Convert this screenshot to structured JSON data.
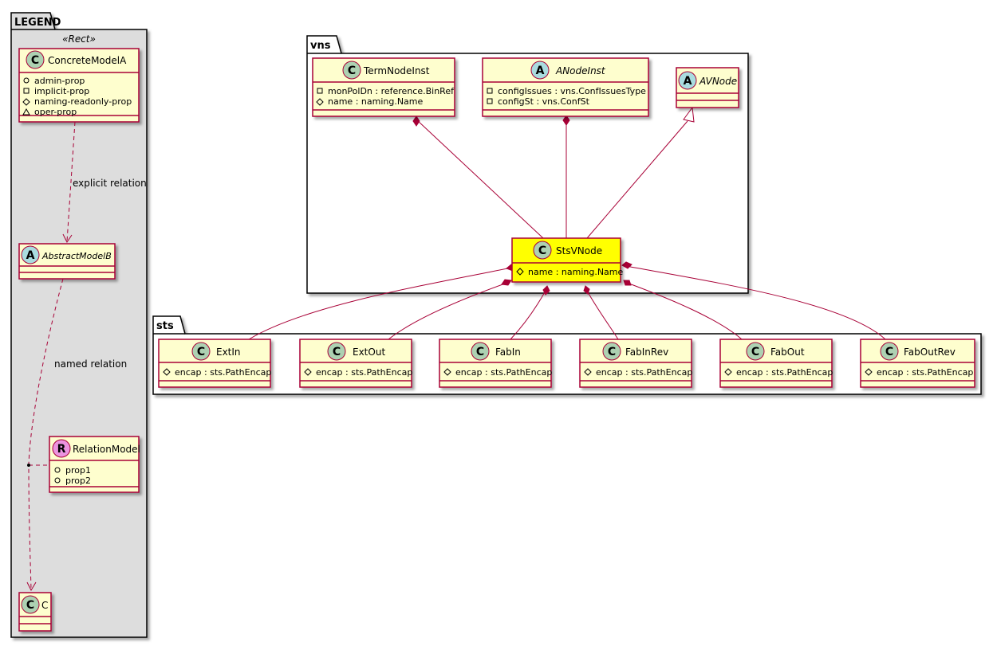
{
  "legend": {
    "title": "LEGEND",
    "stereotype": "«Rect»",
    "concrete": {
      "badge": "C",
      "name": "ConcreteModelA",
      "props": [
        {
          "vis": "public",
          "text": "admin-prop"
        },
        {
          "vis": "private",
          "text": "implicit-prop"
        },
        {
          "vis": "protected",
          "text": "naming-readonly-prop"
        },
        {
          "vis": "package",
          "text": "oper-prop"
        }
      ]
    },
    "abstract": {
      "badge": "A",
      "name": "AbstractModelB"
    },
    "relation": {
      "badge": "R",
      "name": "RelationModel",
      "props": [
        {
          "vis": "public",
          "text": "prop1"
        },
        {
          "vis": "public",
          "text": "prop2"
        }
      ]
    },
    "c": {
      "badge": "C",
      "name": "C"
    },
    "explicit_label": "explicit relation",
    "named_label": "named relation"
  },
  "packages": {
    "vns": {
      "title": "vns"
    },
    "sts": {
      "title": "sts"
    }
  },
  "classes": {
    "termNodeInst": {
      "badge": "C",
      "name": "TermNodeInst",
      "attrs": [
        {
          "vis": "private",
          "text": "monPolDn : reference.BinRef"
        },
        {
          "vis": "protected",
          "text": "name : naming.Name"
        }
      ]
    },
    "aNodeInst": {
      "badge": "A",
      "name": "ANodeInst",
      "attrs": [
        {
          "vis": "private",
          "text": "configIssues : vns.ConfIssuesType"
        },
        {
          "vis": "private",
          "text": "configSt : vns.ConfSt"
        }
      ]
    },
    "aVNode": {
      "badge": "A",
      "name": "AVNode"
    },
    "stsVNode": {
      "badge": "C",
      "name": "StsVNode",
      "attrs": [
        {
          "vis": "protected",
          "text": "name : naming.Name"
        }
      ]
    },
    "extIn": {
      "badge": "C",
      "name": "ExtIn",
      "attrs": [
        {
          "vis": "protected",
          "text": "encap : sts.PathEncap"
        }
      ]
    },
    "extOut": {
      "badge": "C",
      "name": "ExtOut",
      "attrs": [
        {
          "vis": "protected",
          "text": "encap : sts.PathEncap"
        }
      ]
    },
    "fabIn": {
      "badge": "C",
      "name": "FabIn",
      "attrs": [
        {
          "vis": "protected",
          "text": "encap : sts.PathEncap"
        }
      ]
    },
    "fabInRev": {
      "badge": "C",
      "name": "FabInRev",
      "attrs": [
        {
          "vis": "protected",
          "text": "encap : sts.PathEncap"
        }
      ]
    },
    "fabOut": {
      "badge": "C",
      "name": "FabOut",
      "attrs": [
        {
          "vis": "protected",
          "text": "encap : sts.PathEncap"
        }
      ]
    },
    "fabOutRev": {
      "badge": "C",
      "name": "FabOutRev",
      "attrs": [
        {
          "vis": "protected",
          "text": "encap : sts.PathEncap"
        }
      ]
    }
  },
  "colors": {
    "class_fill": "#FEFECE",
    "class_border": "#A80036",
    "highlight_fill": "#FFFF00",
    "badge_class": "#ADD1B2",
    "badge_abstract": "#A9DCDF",
    "badge_relation": "#EB93DF",
    "legend_bg": "#DDDDDD"
  }
}
